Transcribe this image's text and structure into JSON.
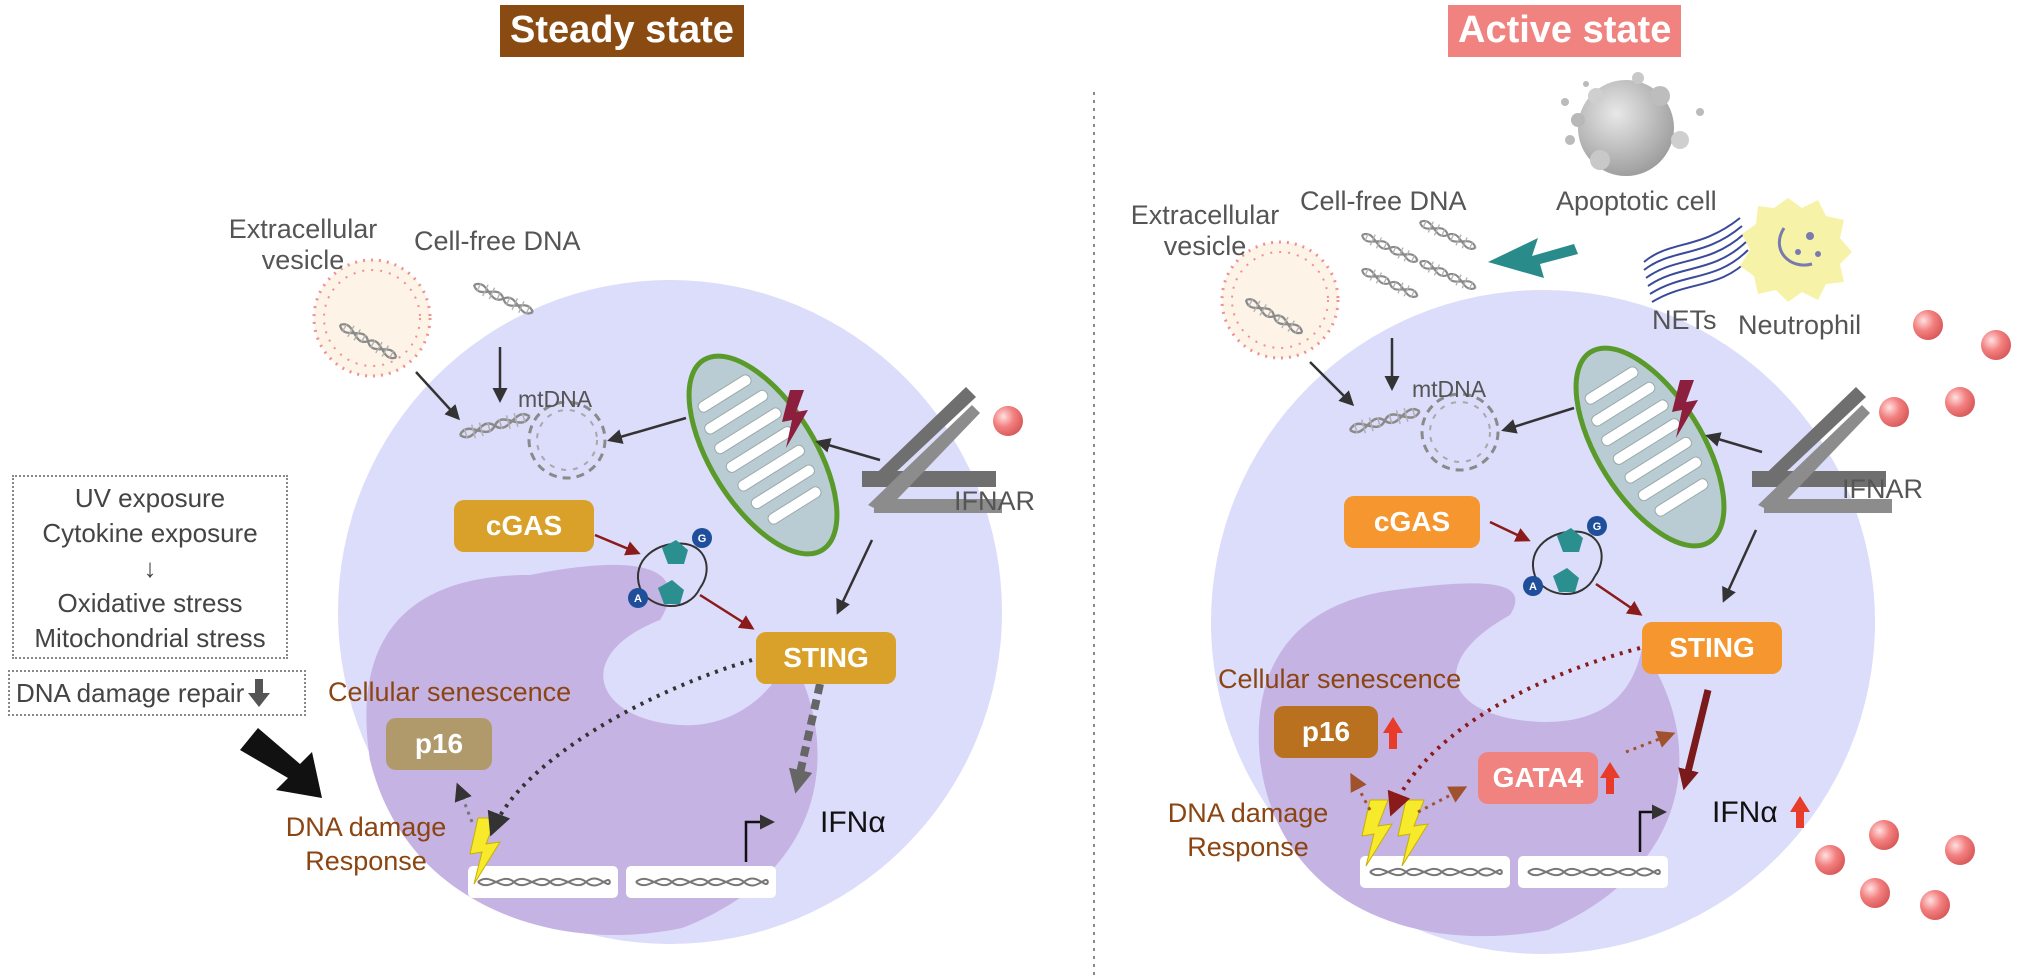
{
  "colors": {
    "steady_title_bg": "#8a4b12",
    "active_title_bg": "#f0837f",
    "cell": "#dcdcfb",
    "nucleus": "#c5b3e3",
    "cgas_steady": "#d9a12a",
    "cgas_active": "#f5962f",
    "p16_steady": "#b09a6b",
    "p16_active": "#b9711f",
    "gata4": "#f0837f",
    "label_brown": "#8b4513",
    "up_arrow": "#e83b2a",
    "mitochondrion": "#b9ccd3",
    "receptor": "#707070",
    "ligand": "#f07878",
    "teal_arrow": "#2a8b8b",
    "neutrophil": "#f6f3a8"
  },
  "steady": {
    "title": "Steady state",
    "extracellular_vesicle": "Extracellular vesicle",
    "cell_free_dna": "Cell-free DNA",
    "mtdna": "mtDNA",
    "cgas": "cGAS",
    "sting": "STING",
    "ifnar": "IFNAR",
    "cellular_senescence": "Cellular senescence",
    "p16": "p16",
    "ddr_line1": "DNA damage",
    "ddr_line2": "Response",
    "ifna": "IFNα",
    "stress_lines": [
      "UV exposure",
      "Cytokine exposure",
      "↓",
      "Oxidative stress",
      "Mitochondrial stress"
    ],
    "dna_repair": "DNA damage repair"
  },
  "active": {
    "title": "Active state",
    "extracellular_vesicle": "Extracellular vesicle",
    "cell_free_dna": "Cell-free DNA",
    "apoptotic_cell": "Apoptotic cell",
    "nets": "NETs",
    "neutrophil": "Neutrophil",
    "mtdna": "mtDNA",
    "cgas": "cGAS",
    "sting": "STING",
    "ifnar": "IFNAR",
    "cellular_senescence": "Cellular senescence",
    "p16": "p16",
    "gata4": "GATA4",
    "ddr_line1": "DNA damage",
    "ddr_line2": "Response",
    "ifna": "IFNα"
  },
  "cgamp": {
    "base_a": "A",
    "base_g": "G"
  },
  "icons": {
    "dna": "dna-helix-icon",
    "plasmid": "circular-dna-icon",
    "lightning": "lightning-bolt-icon",
    "up": "up-arrow-icon",
    "down": "down-arrow-icon",
    "promoter": "promoter-arrow-icon"
  }
}
